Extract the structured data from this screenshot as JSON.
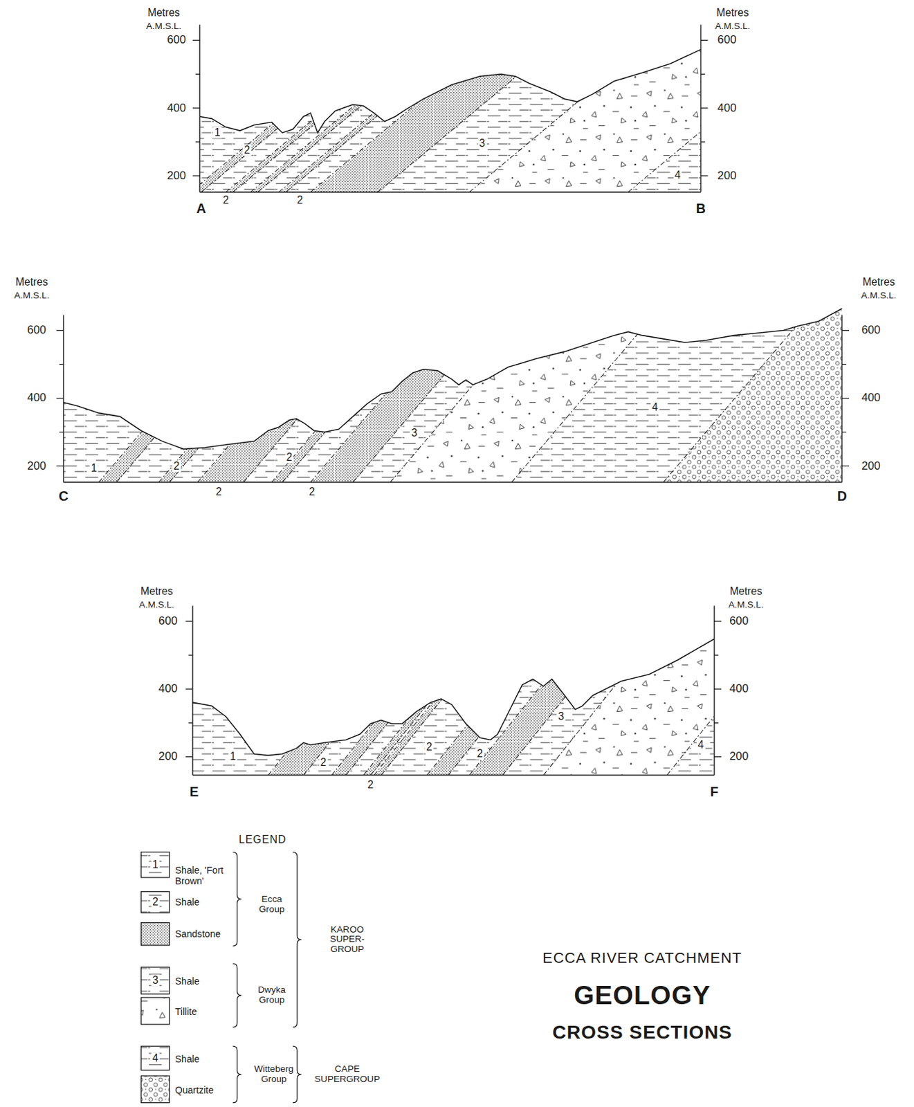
{
  "diagram": {
    "labels": [
      "Metres",
      "A.M.S.L.",
      "600",
      "400",
      "200",
      "Metres",
      "A.M.S.L.",
      "600",
      "400",
      "200",
      "1",
      "2",
      "3",
      "4",
      "2",
      "2",
      "A",
      "B",
      "Metres",
      "A.M.S.L.",
      "600",
      "400",
      "200",
      "Metres",
      "A.M.S.L.",
      "600",
      "400",
      "200",
      "1",
      "2",
      "2",
      "3",
      "4",
      "2",
      "2",
      "C",
      "D",
      "Metres",
      "A.M.S.L.",
      "600",
      "400",
      "200",
      "Metres",
      "A.M.S.L.",
      "600",
      "400",
      "200",
      "1",
      "2",
      "2",
      "2",
      "3",
      "4",
      "2",
      "E",
      "F",
      "LEGEND",
      "1",
      "2",
      "3",
      "4",
      "Ecca Group",
      "Dwyka Group",
      "Witteberg Group",
      "KAROO SUPER-GROUP",
      "CAPE SUPERGROUP",
      "ECCA RIVER CATCHMENT",
      "GEOLOGY",
      "CROSS SECTIONS"
    ],
    "legend": [
      {
        "text": "Shale, 'Fort Brown'"
      },
      {
        "text": "Shale"
      },
      {
        "text": "Sandstone"
      },
      {
        "text": "Shale"
      },
      {
        "text": "Tillite"
      },
      {
        "text": "Shale"
      },
      {
        "text": "Quartzite"
      }
    ]
  }
}
